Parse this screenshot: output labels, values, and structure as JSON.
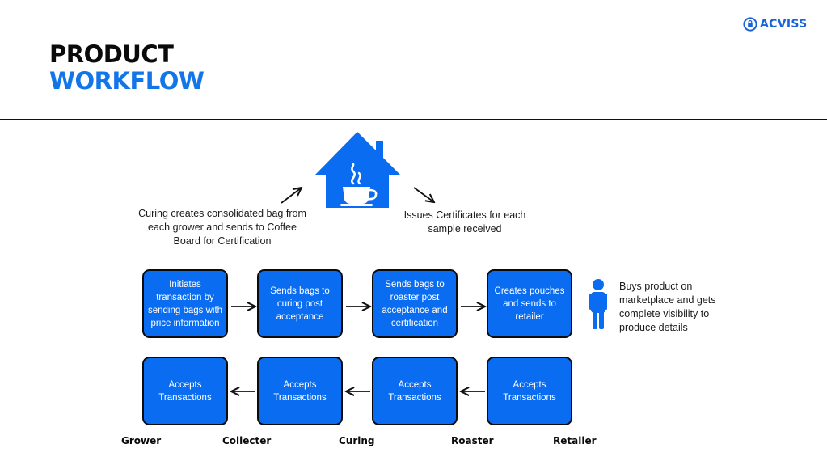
{
  "header": {
    "title_line1": "PRODUCT",
    "title_line2": "WORKFLOW",
    "brand": "ACVISS"
  },
  "notes": {
    "curing_to_board": "Curing creates consolidated bag from each grower and sends to Coffee Board for Certification",
    "board_to_roaster": "Issues Certificates for each sample received",
    "consumer": "Buys product on marketplace and gets complete visibility to produce details"
  },
  "top_row": [
    "Initiates transaction by sending bags with price information",
    "Sends bags to curing post acceptance",
    "Sends bags to roaster post acceptance and certification",
    "Creates pouches and sends to retailer"
  ],
  "bottom_row": [
    "Accepts Transactions",
    "Accepts Transactions",
    "Accepts Transactions",
    "Accepts Transactions"
  ],
  "stages": [
    "Grower",
    "Collecter",
    "Curing",
    "Roaster",
    "Retailer"
  ],
  "colors": {
    "accent": "#0a6cf0",
    "title_accent": "#1276e8",
    "border": "#0b0b0b"
  },
  "icons": {
    "coffee_board": "house-with-coffee-cup-icon",
    "consumer": "person-icon",
    "brand": "acviss-logo-icon"
  }
}
